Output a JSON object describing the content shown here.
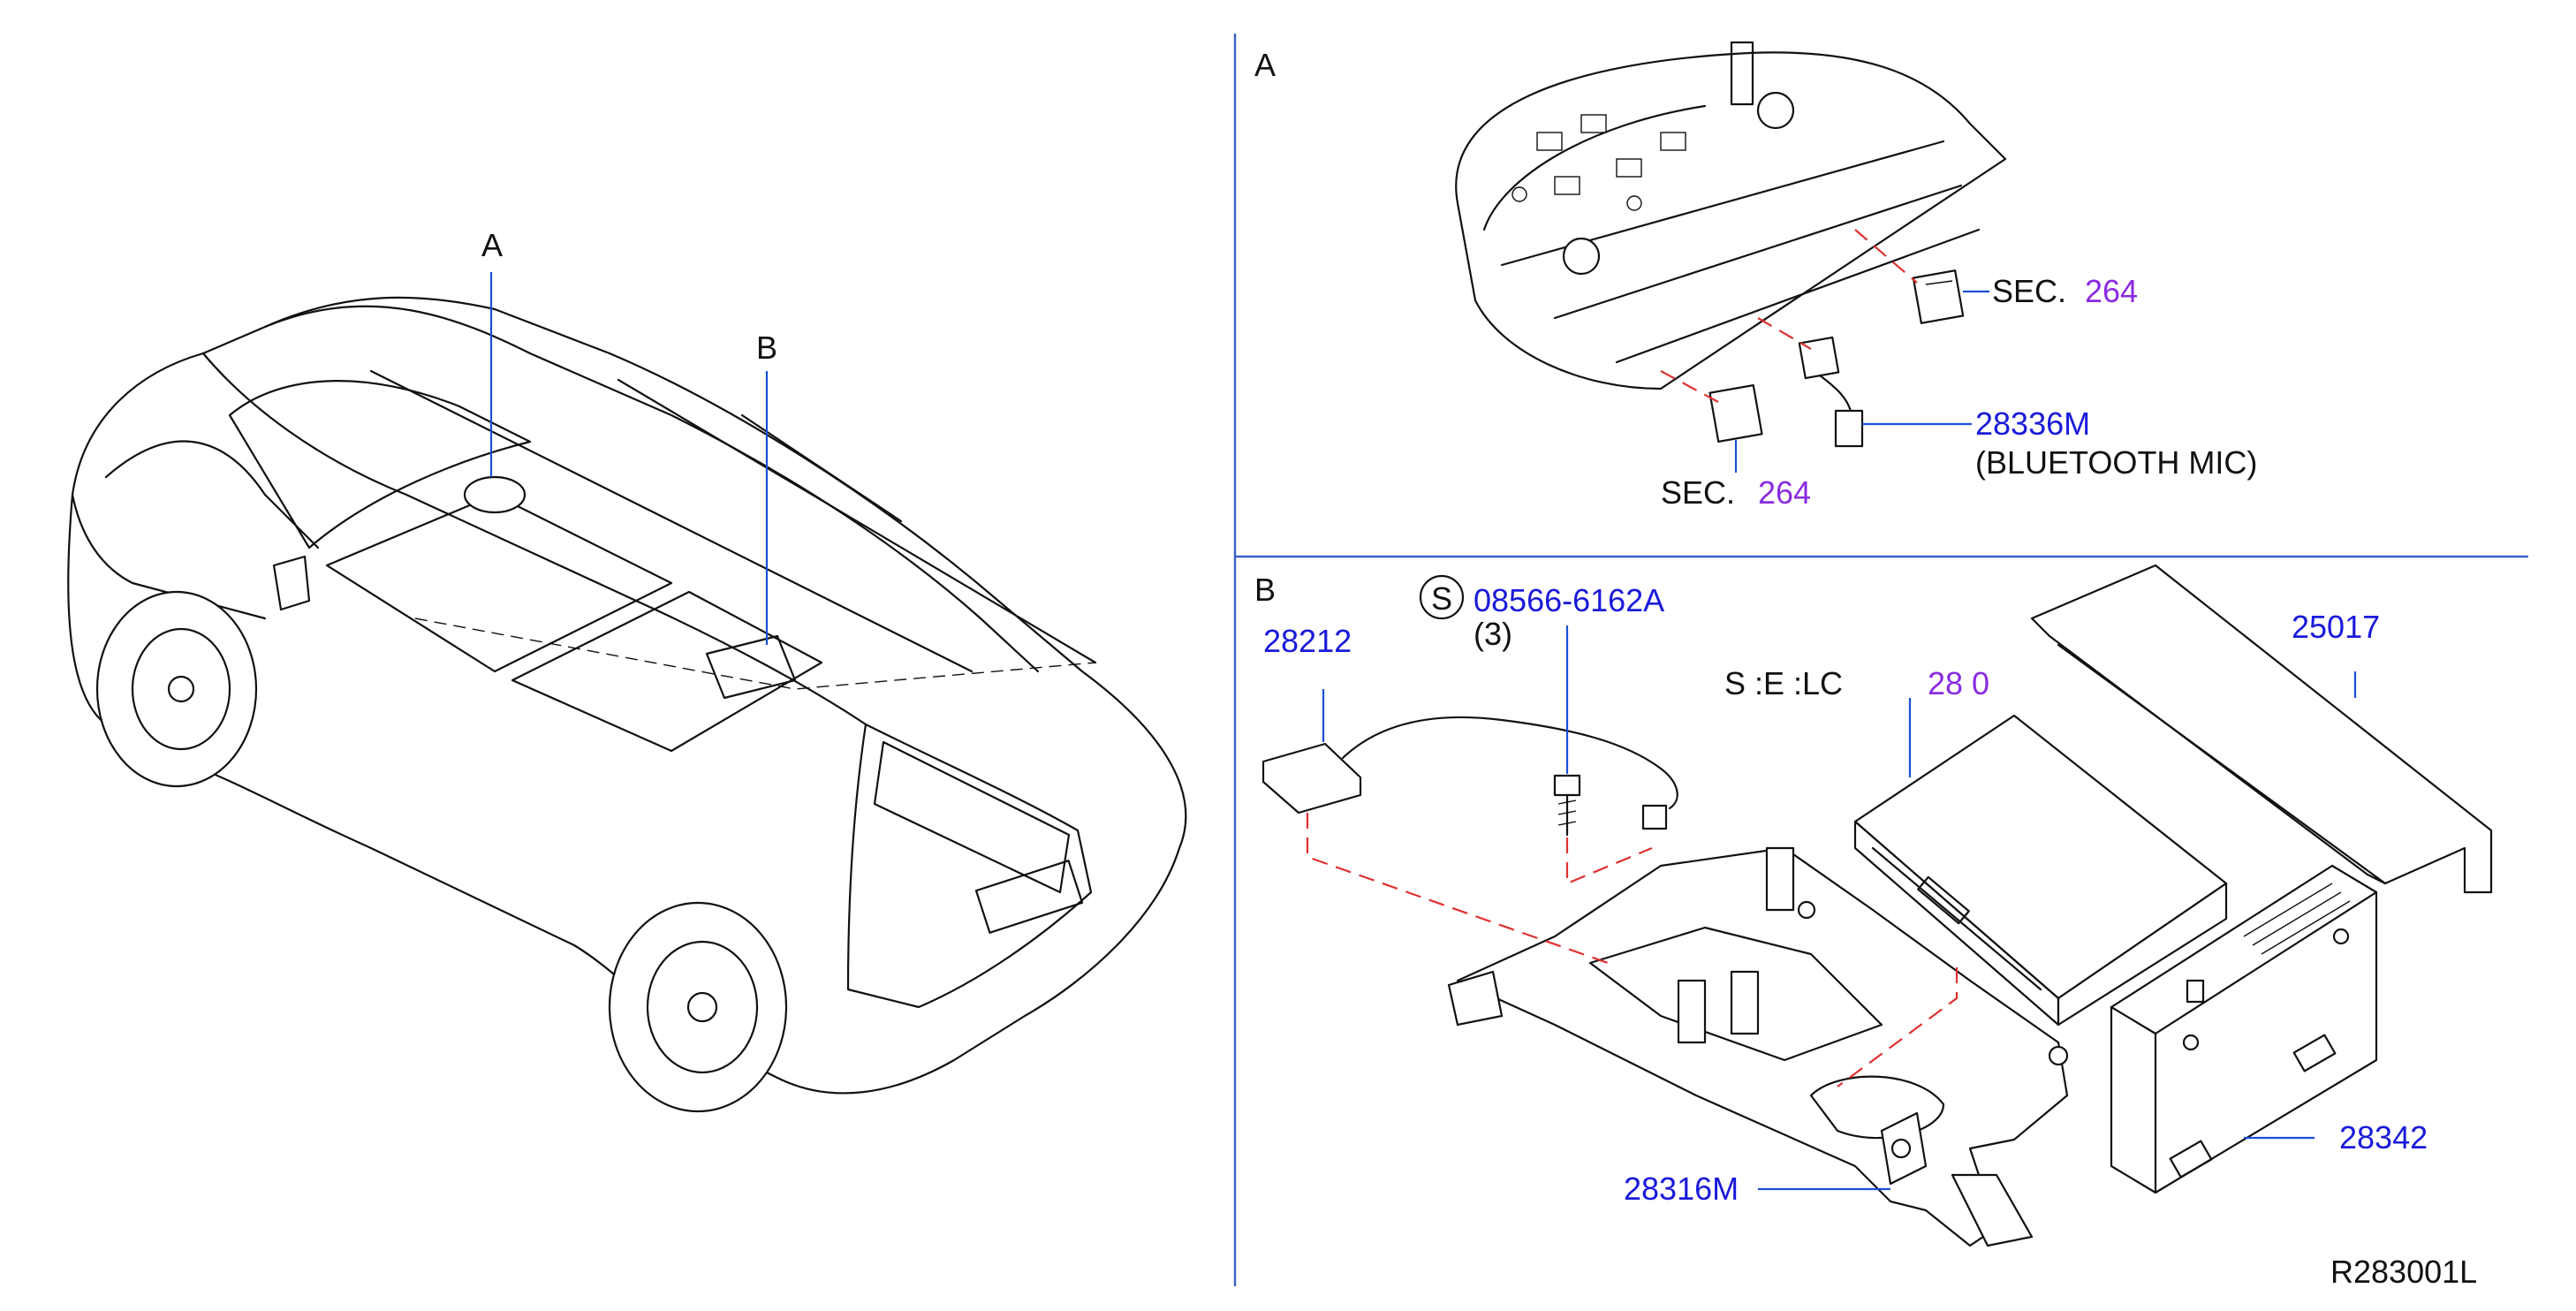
{
  "callouts": {
    "view_a_marker": "A",
    "view_b_marker": "B",
    "section_a_title": "A",
    "section_b_title": "B"
  },
  "section_a": {
    "sec_ref_upper_prefix": "SEC.",
    "sec_ref_upper_num": "264",
    "sec_ref_lower_prefix": "SEC.",
    "sec_ref_lower_num": "264",
    "part_mic_number": "28336M",
    "part_mic_desc": "(BLUETOOTH  MIC)"
  },
  "section_b": {
    "part_antenna": "28212",
    "bolt_symbol": "S",
    "part_bolt": "08566-6162A",
    "bolt_qty": "(3)",
    "sec_ref_prefix": "S :E  :LC",
    "sec_ref_num": "28 0",
    "part_cover": "25017",
    "part_bracket": "28316M",
    "part_module": "28342"
  },
  "drawing_code": "R283001L",
  "colors": {
    "part_number": "#1a1adb",
    "section_ref": "#8a2be2",
    "line_art": "#111111",
    "leader_line": "#1a4fd6",
    "phantom_line": "#e03030",
    "divider": "#3a5fc8"
  }
}
